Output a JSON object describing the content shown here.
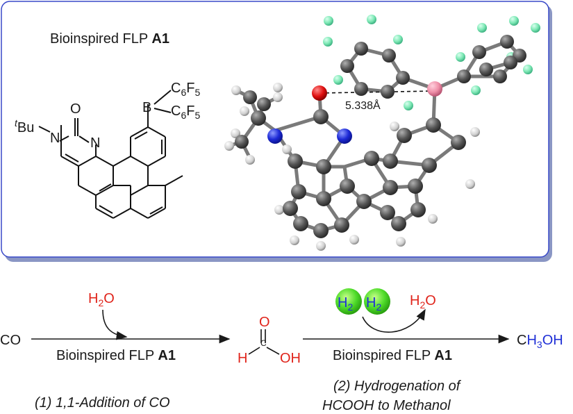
{
  "panel": {
    "title_prefix": "Bioinspired FLP ",
    "title_bold": "A1",
    "distance_label": "5.338Å"
  },
  "structure": {
    "tbu_sup": "t",
    "tbu_text": "Bu",
    "n1": "N",
    "n2": "N",
    "o": "O",
    "b": "B",
    "c6f5_c": "C",
    "c6f5_6": "6",
    "c6f5_f": "F",
    "c6f5_5": "5"
  },
  "scheme": {
    "co": "CO",
    "catalyst_prefix": "Bioinspired FLP ",
    "catalyst_bold": "A1",
    "h2o_h": "H",
    "h2o_2": "2",
    "h2o_o": "O",
    "h2_h": "H",
    "h2_2": "2",
    "formic_o": "O",
    "formic_c": "C",
    "formic_h": "H",
    "formic_oh": "OH",
    "methanol_c": "C",
    "methanol_h3": "H",
    "methanol_3": "3",
    "methanol_oh": "OH",
    "step1": "(1) 1,1-Addition of CO",
    "step2_line1": "(2) Hydrogenation of",
    "step2_line2": "HCOOH to Methanol"
  }
}
